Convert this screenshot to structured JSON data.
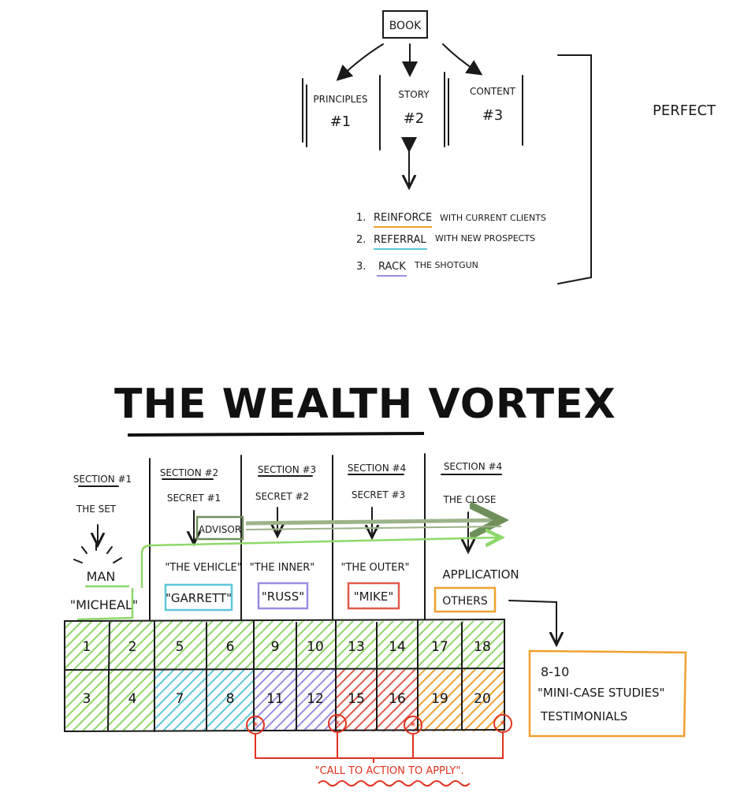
{
  "top_diagram": {
    "book": "BOOK",
    "columns": [
      {
        "label": "PRINCIPLES",
        "num": "#1"
      },
      {
        "label": "STORY",
        "num": "#2"
      },
      {
        "label": "CONTENT",
        "num": "#3"
      }
    ],
    "bracket_label": "PERFECT",
    "list": [
      {
        "n": "1.",
        "key": "REINFORCE",
        "rest": "WITH CURRENT CLIENTS",
        "color": "#f0a030"
      },
      {
        "n": "2.",
        "key": "REFERRAL",
        "rest": "WITH NEW PROSPECTS",
        "color": "#5cc8d8"
      },
      {
        "n": "3.",
        "key": "RACK",
        "rest": "THE SHOTGUN",
        "color": "#9a8ce0"
      }
    ]
  },
  "title": "THE WEALTH VORTEX",
  "sections": [
    {
      "heading": "SECTION #1",
      "sub": "",
      "label": "THE SET",
      "name": "MAN",
      "person": "\"MICHEAL\"",
      "color": "#8ed86a"
    },
    {
      "heading": "SECTION #2",
      "sub": "SECRET #1",
      "label": "\"THE VEHICLE\"",
      "name": "",
      "person": "\"GARRETT\"",
      "color": "#5cc8d8"
    },
    {
      "heading": "SECTION #3",
      "sub": "SECRET #2",
      "label": "\"THE INNER\"",
      "name": "",
      "person": "\"RUSS\"",
      "color": "#9a8ce0"
    },
    {
      "heading": "SECTION #4",
      "sub": "SECRET #3",
      "label": "\"THE OUTER\"",
      "name": "",
      "person": "\"MIKE\"",
      "color": "#e05a4a"
    },
    {
      "heading": "SECTION #4",
      "sub": "",
      "label": "THE CLOSE",
      "name": "APPLICATION",
      "person": "OTHERS",
      "color": "#f0a030"
    }
  ],
  "advisor": "ADVISOR",
  "grid_numbers": [
    "1",
    "2",
    "3",
    "4",
    "5",
    "6",
    "7",
    "8",
    "9",
    "10",
    "11",
    "12",
    "13",
    "14",
    "15",
    "16",
    "17",
    "18",
    "19",
    "20"
  ],
  "side_box": [
    "8-10",
    "\"MINI-CASE STUDIES\"",
    "TESTIMONIALS"
  ],
  "cta": "\"CALL TO ACTION TO APPLY\".",
  "colors": {
    "ink": "#1a1a1a",
    "red": "#e0321e",
    "green": "#8ed86a",
    "green_dark": "#6f8f5a",
    "teal": "#5cc8d8",
    "purple": "#9a8ce0",
    "coral": "#e05a4a",
    "orange": "#f0a030"
  }
}
